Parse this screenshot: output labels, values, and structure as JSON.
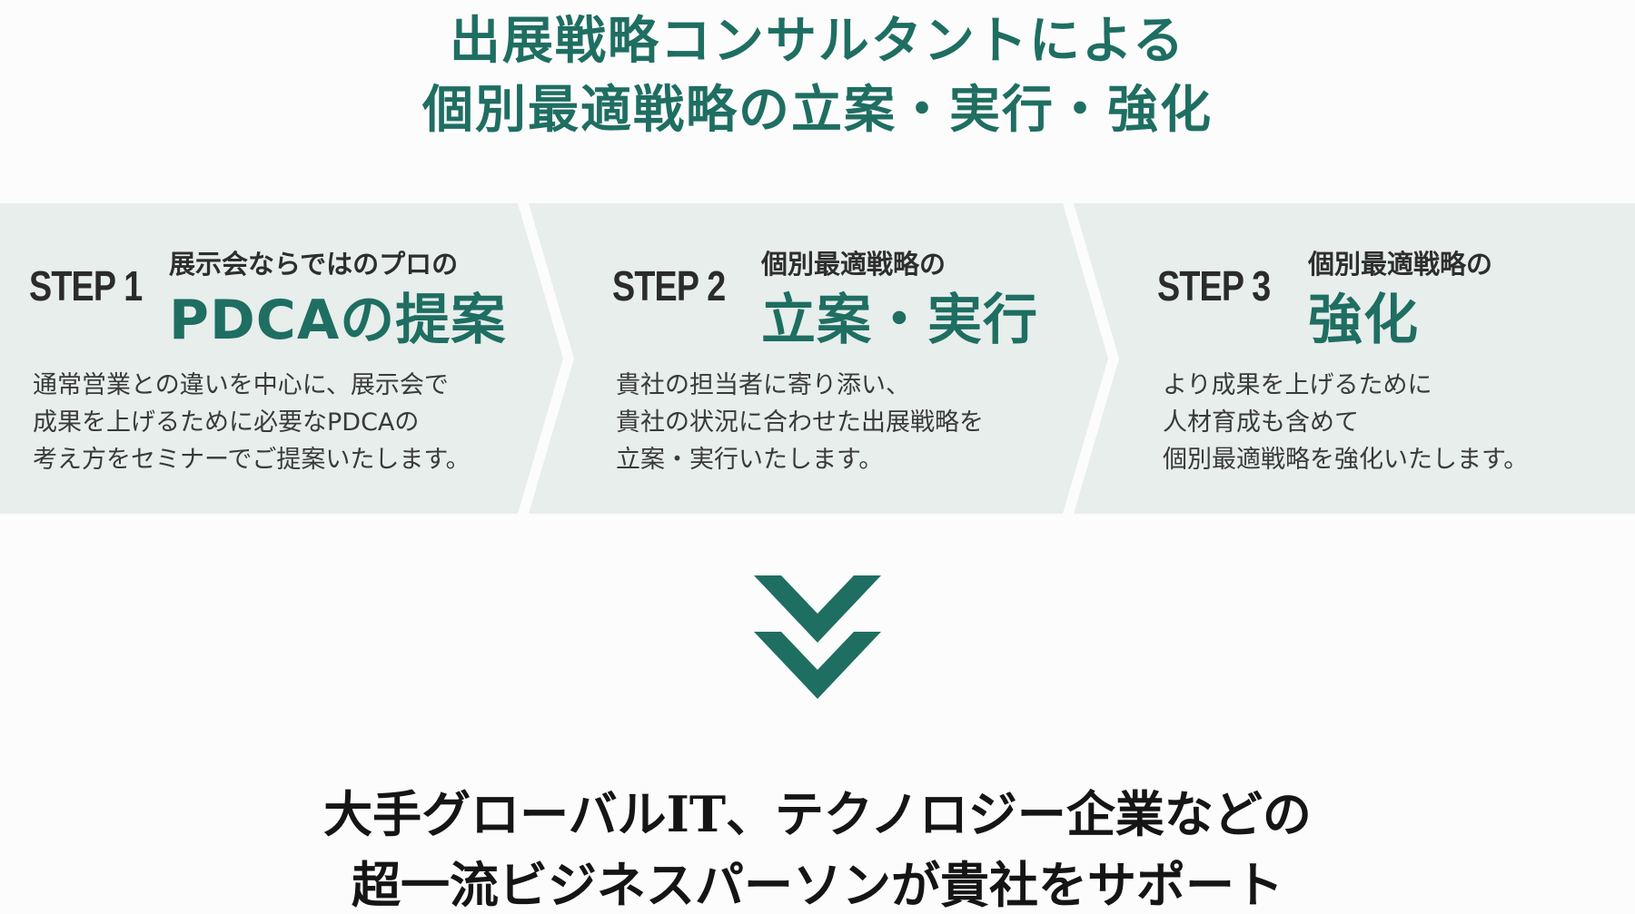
{
  "headline": {
    "line1": "出展戦略コンサルタントによる",
    "line2": "個別最適戦略の立案・実行・強化"
  },
  "steps": [
    {
      "label": "STEP 1",
      "pre": "展示会ならではのプロの",
      "main": "PDCAの提案",
      "desc": [
        "通常営業との違いを中心に、展示会で",
        "成果を上げるために必要なPDCAの",
        "考え方をセミナーでご提案いたします。"
      ]
    },
    {
      "label": "STEP 2",
      "pre": "個別最適戦略の",
      "main": "立案・実行",
      "desc": [
        "貴社の担当者に寄り添い、",
        "貴社の状況に合わせた出展戦略を",
        "立案・実行いたします。"
      ]
    },
    {
      "label": "STEP 3",
      "pre": "個別最適戦略の",
      "main": "強化",
      "desc": [
        "より成果を上げるために",
        "人材育成も含めて",
        "個別最適戦略を強化いたします。"
      ]
    }
  ],
  "closing": {
    "line1": "大手グローバルIT、テクノロジー企業などの",
    "line2": "超一流ビジネスパーソンが貴社をサポート"
  },
  "icons": {
    "down": "double-chevron-down-icon"
  },
  "colors": {
    "accent": "#1f6e62",
    "band": "#e7eeec",
    "text": "#2e2e2e"
  }
}
